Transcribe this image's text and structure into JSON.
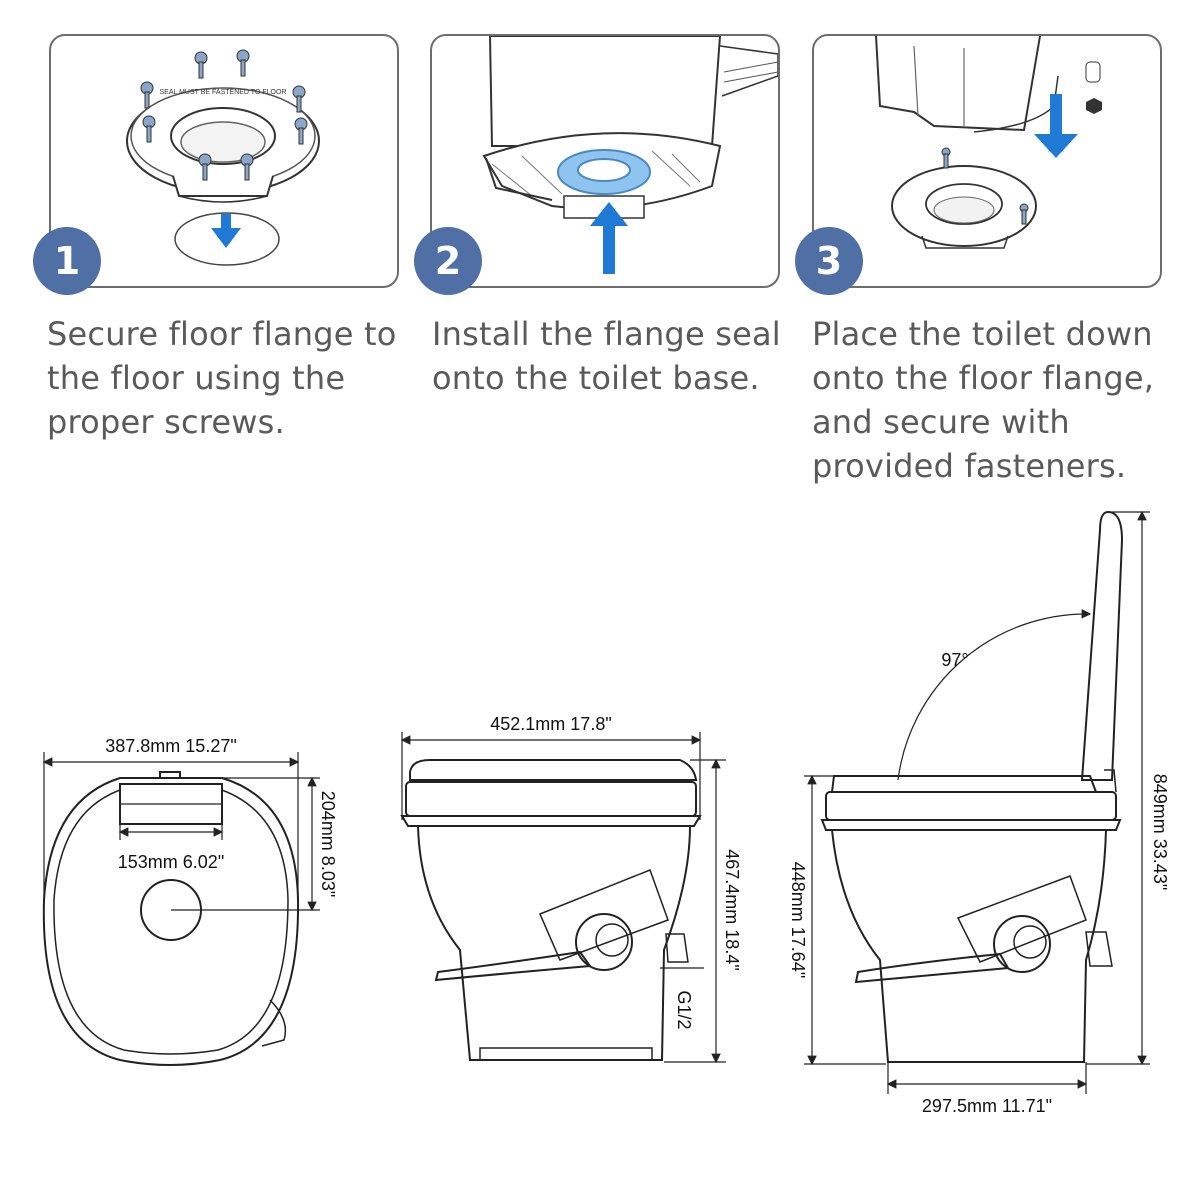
{
  "steps": [
    {
      "number": "1",
      "text": "Secure floor flange to the floor using the proper screws."
    },
    {
      "number": "2",
      "text": "Install the flange seal onto the toilet base."
    },
    {
      "number": "3",
      "text": "Place the toilet down onto the floor flange, and secure with provided fasteners."
    }
  ],
  "flange_label": "SEAL MUST BE FASTENED TO FLOOR",
  "dimensions": {
    "top_width": "387.8mm  15.27\"",
    "top_depth": "204mm  8.03\"",
    "top_hole": "153mm  6.02\"",
    "side_width": "452.1mm  17.8\"",
    "side_height": "467.4mm  18.4\"",
    "inlet": "G1/2",
    "seat_height": "448mm  17.64\"",
    "total_height": "849mm  33.43\"",
    "lid_angle": "97°",
    "base_width": "297.5mm  11.71\""
  },
  "colors": {
    "badge": "#4f6fa5",
    "arrow": "#1f7ad6",
    "seal": "#8ec5f0",
    "line": "#222222"
  }
}
